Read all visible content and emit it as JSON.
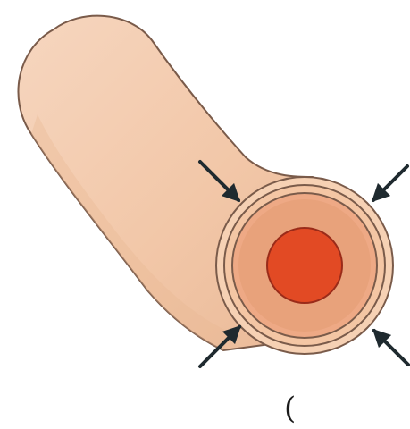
{
  "figure": {
    "caption_glyph": "(",
    "colors": {
      "background": "#ffffff",
      "tube_fill": "#f2c7a8",
      "tube_shadow": "#e7b693",
      "tube_outline": "#7a5b4a",
      "outer_ring": "#f6d1b4",
      "middle_ring": "#f0b995",
      "inner_fill": "#e8a27b",
      "core": "#e24a24",
      "core_outline": "#9a2b19",
      "arrow": "#1f2a2f"
    },
    "arrows": [
      {
        "name": "top-left",
        "icon": "arrow-down-right-icon"
      },
      {
        "name": "top-right",
        "icon": "arrow-down-left-icon"
      },
      {
        "name": "bottom-left",
        "icon": "arrow-up-right-icon"
      },
      {
        "name": "bottom-right",
        "icon": "arrow-up-left-icon"
      }
    ]
  }
}
